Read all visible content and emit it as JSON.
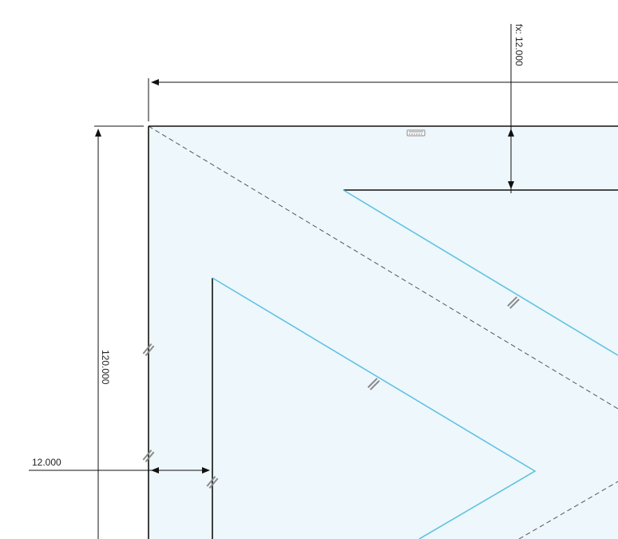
{
  "dimensions": {
    "offset_vertical_label": "fx: 12.000",
    "height_label": "120.000",
    "offset_horizontal_label": "12.000"
  },
  "colors": {
    "profile_fill": "#eef7fc",
    "projected_line": "#62c3e0",
    "sketch_line": "#111111",
    "construction_line": "#555555",
    "constraint_glyph": "#8a8a8a"
  },
  "constraints": {
    "parallel_icon": "parallel-constraint-icon",
    "horizontal_icon": "horizontal-constraint-icon"
  }
}
